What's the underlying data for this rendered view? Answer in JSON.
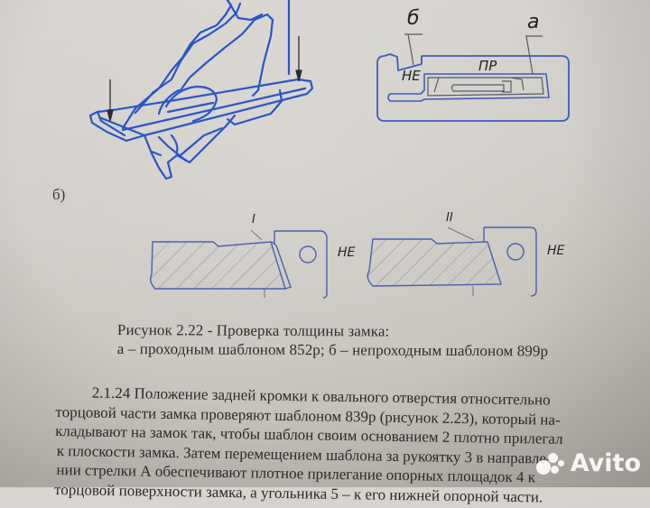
{
  "figure": {
    "top_left_drawing": "lock-with-template-isometric",
    "top_right_labels": {
      "b": "б",
      "a": "а",
      "ne": "НЕ",
      "pr": "ПР"
    },
    "sub_label": "б)",
    "section_labels": {
      "section_1": "I",
      "section_2": "II",
      "ne_1": "НЕ",
      "ne_2": "НЕ"
    },
    "colors": {
      "drawing_blue": "#2a55c8",
      "thin_blue": "#5a6fb8",
      "text": "#2a2a2a",
      "paper": "#d4d1cc"
    }
  },
  "caption": {
    "line1": "Рисунок 2.22 - Проверка толщины замка:",
    "line2": "а – проходным шаблоном 852р; б – непроходным шаблоном 899р"
  },
  "paragraph": {
    "lines": [
      "2.1.24 Положение задней кромки к овального отверстия относительно",
      "торцовой части замка проверяют шаблоном 839р (рисунок 2.23), который на-",
      "кладывают на замок так, чтобы шаблон своим основанием 2 плотно прилегал",
      "к плоскости замка. Затем перемещением шаблона за рукоятку 3 в направле-",
      "нии стрелки А обеспечивают плотное прилегание опорных площадок 4 к",
      "торцовой поверхности замка, а угольника 5 – к его нижней опорной части."
    ]
  },
  "watermark": {
    "text": "Avito"
  }
}
